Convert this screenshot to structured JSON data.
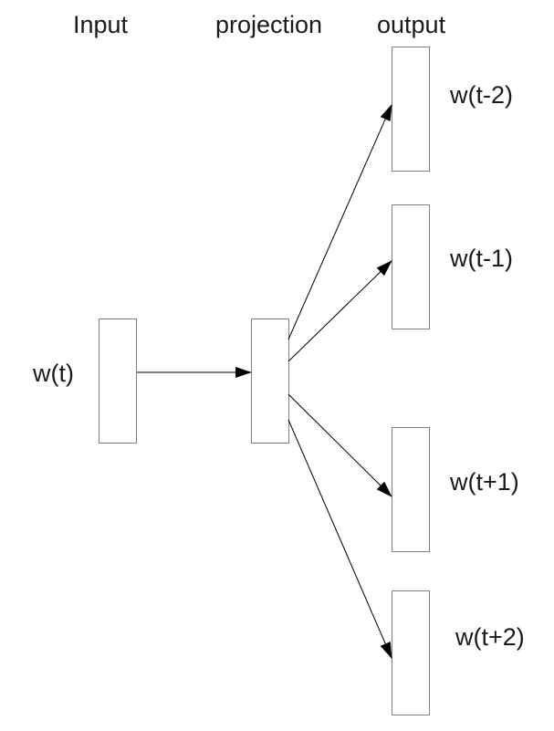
{
  "headers": {
    "input": "Input",
    "projection": "projection",
    "output": "output"
  },
  "nodes": {
    "input_word": "w(t)",
    "output_words": [
      "w(t-2)",
      "w(t-1)",
      "w(t+1)",
      "w(t+2)"
    ]
  },
  "edges": [
    {
      "from": "w(t)",
      "to": "projection"
    },
    {
      "from": "projection",
      "to": "w(t-2)"
    },
    {
      "from": "projection",
      "to": "w(t-1)"
    },
    {
      "from": "projection",
      "to": "w(t+1)"
    },
    {
      "from": "projection",
      "to": "w(t+2)"
    }
  ],
  "colors": {
    "box_border": "#808080",
    "arrow": "#000000",
    "text": "#1a1a1a"
  }
}
